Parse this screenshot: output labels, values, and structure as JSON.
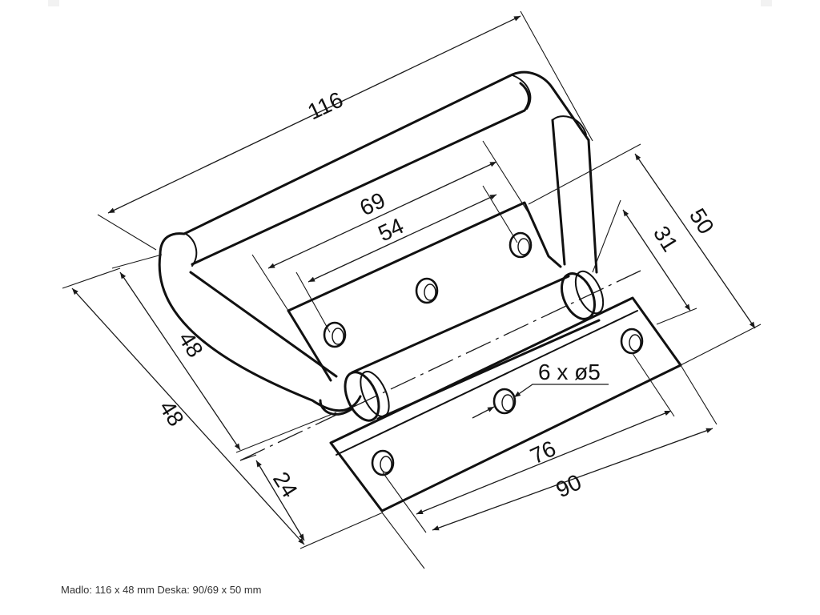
{
  "dimensions": {
    "handle_length": "116",
    "plate_top_outer": "69",
    "plate_top_holes": "54",
    "total_depth": "50",
    "top_plate_depth": "31",
    "handle_height": "48",
    "overall_height": "48",
    "hinge_offset": "24",
    "plate_bottom_holes": "76",
    "plate_bottom_outer": "90",
    "hole_spec": "6 x ø5"
  },
  "caption": "Madlo: 116 x 48 mm Deska: 90/69 x 50 mm"
}
